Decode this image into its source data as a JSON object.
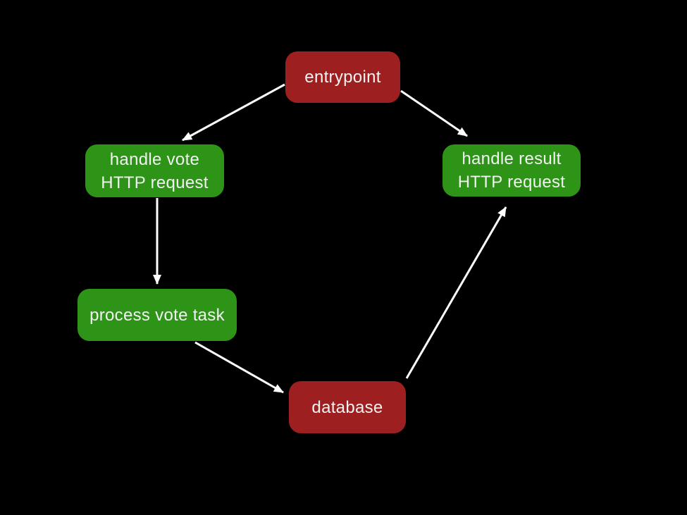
{
  "canvas": {
    "background": "#000000"
  },
  "diagram": {
    "nodes": [
      {
        "id": "entrypoint",
        "label": "entrypoint",
        "color": "#9e1f1f",
        "text_color": "#f2f2f2"
      },
      {
        "id": "handle-vote",
        "label": "handle vote\nHTTP request",
        "color": "#2e9418",
        "text_color": "#f2f2f2"
      },
      {
        "id": "handle-result",
        "label": "handle result\nHTTP request",
        "color": "#2e9418",
        "text_color": "#f2f2f2"
      },
      {
        "id": "process-vote-task",
        "label": "process vote task",
        "color": "#2e9418",
        "text_color": "#f2f2f2"
      },
      {
        "id": "database",
        "label": "database",
        "color": "#9e1f1f",
        "text_color": "#f2f2f2"
      }
    ],
    "edges": [
      {
        "from": "entrypoint",
        "to": "handle-vote"
      },
      {
        "from": "entrypoint",
        "to": "handle-result"
      },
      {
        "from": "handle-vote",
        "to": "process-vote-task"
      },
      {
        "from": "process-vote-task",
        "to": "database"
      },
      {
        "from": "database",
        "to": "handle-result"
      }
    ],
    "colors": {
      "red_node": "#9e1f1f",
      "green_node": "#2e9418",
      "arrow": "#ffffff",
      "background": "#000000"
    }
  }
}
